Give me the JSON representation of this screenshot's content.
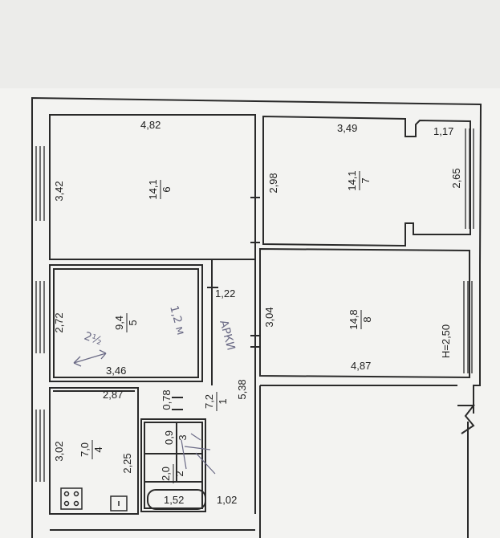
{
  "plan": {
    "rooms": [
      {
        "id": "6",
        "number": "6",
        "area": "14,1",
        "width": "4,82",
        "height": "3,42"
      },
      {
        "id": "7",
        "number": "7",
        "area": "14,1",
        "width": "3,49",
        "height": "2,98"
      },
      {
        "id": "8",
        "number": "8",
        "area": "14,8",
        "width": "4,87",
        "height": "3,04"
      },
      {
        "id": "5",
        "number": "5",
        "area": "9,4",
        "width": "3,46",
        "height": "2,72"
      },
      {
        "id": "4",
        "number": "4",
        "area": "7,0",
        "width": "2,87",
        "height": "3,02"
      },
      {
        "id": "1",
        "number": "1",
        "area": "7,2"
      },
      {
        "id": "2",
        "number": "2",
        "area": "2,0"
      },
      {
        "id": "3",
        "number": "3",
        "area": "0,9"
      }
    ],
    "dimensions": {
      "corner_width": "1,17",
      "corner_height": "2,65",
      "hall_arch_width": "1,22",
      "hall_length": "5,38",
      "hall_narrow": "0,78",
      "hall_bottom_width": "1,02",
      "hall_left": "2,25",
      "bath_length": "1,52",
      "ceiling_height": "H=2,50"
    },
    "handwritten": {
      "arch": "АРКИ",
      "arch_width": "1,2 м",
      "room5_note": "2½"
    }
  },
  "colors": {
    "paper": "#f4f4f2",
    "line": "#2a2a2a",
    "ink": "#6b6b86"
  }
}
